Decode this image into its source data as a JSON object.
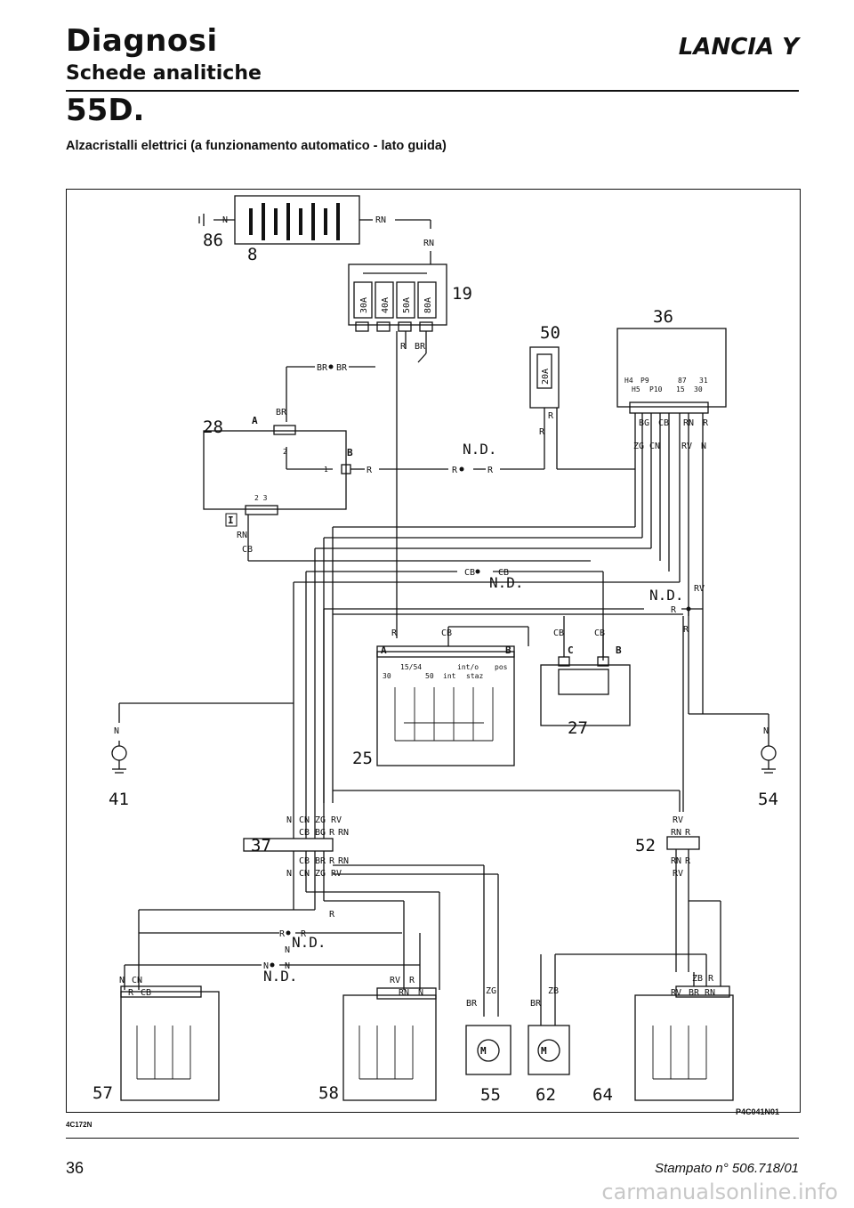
{
  "header": {
    "title": "Diagnosi",
    "subtitle": "Schede analitiche",
    "brand": "LANCIA Y",
    "section_code": "55D.",
    "caption": "Alzacristalli elettrici (a funzionamento automatico - lato guida)"
  },
  "diagram": {
    "components": {
      "c86": "86",
      "c8": "8",
      "c19": "19",
      "c50": "50",
      "c36": "36",
      "c28": "28",
      "c25": "25",
      "c27": "27",
      "c41": "41",
      "c54": "54",
      "c37": "37",
      "c52": "52",
      "c57": "57",
      "c58": "58",
      "c55": "55",
      "c62": "62",
      "c64": "64"
    },
    "fuses": [
      "30A",
      "40A",
      "50A",
      "80A"
    ],
    "fuse50": "20A",
    "connectors": {
      "A": "A",
      "B": "B",
      "C": "C",
      "I": "I"
    },
    "nd": "N.D.",
    "wires": {
      "N": "N",
      "RN": "RN",
      "R": "R",
      "BR": "BR",
      "CB": "CB",
      "CN": "CN",
      "ZG": "ZG",
      "RV": "RV",
      "BG": "BG",
      "ZB": "ZB"
    },
    "pins36": {
      "top1": "H4",
      "top2": "P9",
      "top3": "87",
      "top4": "31",
      "bot1": "H5",
      "bot2": "P10",
      "bot3": "15",
      "bot4": "30"
    },
    "pins28": {
      "p1": "1",
      "p2": "2",
      "p3": "2 3"
    },
    "pins25": {
      "a": "15/54",
      "b": "30",
      "c": "50",
      "d": "int/o",
      "e": "staz",
      "f": "pos",
      "g": "int"
    }
  },
  "footer": {
    "code_left": "4C172N",
    "code_right": "P4C041N01",
    "page_number": "36",
    "printed": "Stampato n° 506.718/01",
    "watermark": "carmanualsonline.info"
  }
}
